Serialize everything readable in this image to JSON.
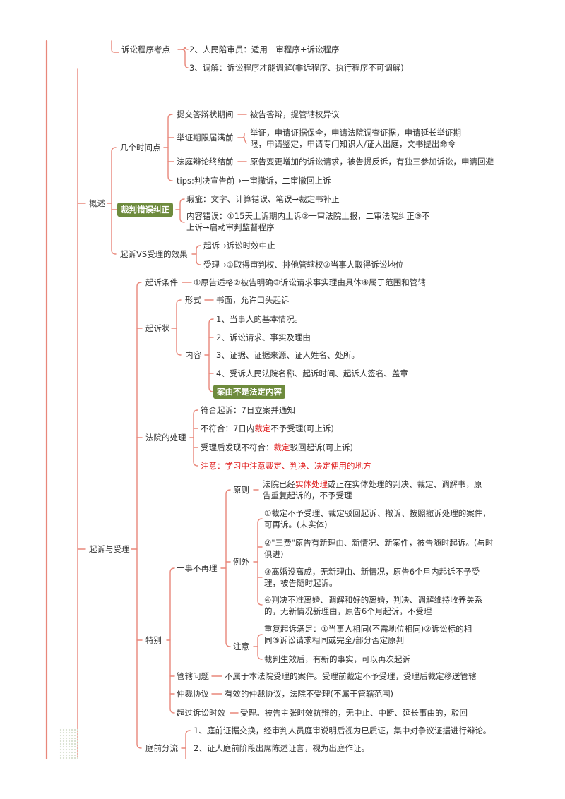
{
  "colors": {
    "line": "#e8877a",
    "highlight": "#6e8b3d",
    "red": "#e02020"
  },
  "top": {
    "node": "诉讼程序考点",
    "items": [
      "2、人民陪审员：适用一审程序+诉讼程序",
      "3、调解：诉讼程序才能调解(非诉程序、执行程序不可调解)"
    ]
  },
  "gaishu": {
    "label": "概述",
    "times": {
      "label": "几个时间点",
      "t1": {
        "label": "提交答辩状期间",
        "text": "被告答辩，提管辖权异议"
      },
      "t2": {
        "label": "举证期限届满前",
        "text1": "举证，申请证据保全，申请法院调查证据，申请延长举证期",
        "text2": "限，申请鉴定，申请专门知识人/证人出庭，文书提出命令"
      },
      "t3": {
        "label": "法庭辩论终结前",
        "text": "原告变更增加的诉讼请求，被告提反诉，有独三参加诉讼，申请回避"
      },
      "t4": "tips:判决宣告前→一审撤诉，二审撤回上诉"
    },
    "caipan": {
      "label": "裁判错误纠正",
      "a": "瑕疵：文字、计算错误、笔误→裁定书补正",
      "b1": "内容错误：①15天上诉期内上诉②一审法院上报，二审法院纠正③不",
      "b2": "上诉→启动审判监督程序"
    },
    "qisu": {
      "label": "起诉VS受理的效果",
      "a": "起诉→诉讼时效中止",
      "b": "受理→①取得审判权、排他管辖权②当事人取得诉讼地位"
    }
  },
  "qsl": {
    "label": "起诉与受理",
    "tiaojian": {
      "label": "起诉条件",
      "text": "①原告适格②被告明确③诉讼请求事实理由具体④属于范围和管辖"
    },
    "zhuang": {
      "label": "起诉状",
      "xingshi": {
        "label": "形式",
        "text": "书面，允许口头起诉"
      },
      "neirong": {
        "label": "内容",
        "items": [
          "1、当事人的基本情况。",
          "2、诉讼请求、事实及理由",
          "3、证据、证据来源、证人姓名、处所。",
          "4、受诉人民法院名称、起诉时间、起诉人签名、盖章"
        ],
        "hl": "案由不是法定内容"
      }
    },
    "chuli": {
      "label": "法院的处理",
      "a": "符合起诉：7日立案并通知",
      "b_pre": "不符合：7日内",
      "b_red": "裁定",
      "b_post": "不予受理(可上诉)",
      "c_pre": "受理后发现不符合：",
      "c_red": "裁定",
      "c_post": "驳回起诉(可上诉)",
      "d": "注意：学习中注意裁定、判决、决定使用的地方"
    },
    "tebie": {
      "label": "特别",
      "yishi": {
        "label": "一事不再理",
        "yuanze": {
          "label": "原则",
          "l1_pre": "法院已经",
          "l1_red": "实体处理",
          "l1_post": "或正在实体处理的判决、裁定、调解书，原",
          "l2": "告重复起诉的，不予受理"
        },
        "liwai": {
          "label": "例外",
          "e1a": "①裁定不予受理、裁定驳回起诉、撤诉、按照撤诉处理的案件，",
          "e1b": "可再诉。(未实体)",
          "e2a": "②\"三费\"原告有新理由、新情况、新案件，被告随时起诉。(与时",
          "e2b": "俱进)",
          "e3a": "③离婚没离成，无新理由、新情况，原告6个月内起诉不予受",
          "e3b": "理，被告随时起诉。",
          "e4a": "④判决不准离婚、调解和好的离婚，判决、调解维持收养关系",
          "e4b": "的，无新情况新理由，原告6个月起诉，不受理"
        },
        "zhuyi": {
          "label": "注意",
          "a1": "重复起诉满足：①当事人相同(不需地位相同)②诉讼标的相",
          "a2": "同③诉讼请求相同或完全/部分否定原判",
          "b": "裁判生效后，有新的事实，可以再次起诉"
        }
      },
      "guanxia": {
        "label": "管辖问题",
        "text": "不属于本法院受理的案件。受理前裁定不予受理，受理后裁定移送管辖"
      },
      "zhongcai": {
        "label": "仲裁协议",
        "text": "有效的仲裁协议，法院不受理(不属于管辖范围)"
      },
      "chaoguo": {
        "label": "超过诉讼时效",
        "text": "受理。被告主张时效抗辩的，无中止、中断、延长事由的，驳回"
      }
    },
    "tingqian": {
      "label": "庭前分流",
      "items": [
        "1、庭前证据交换，经审判人员庭审说明后视为已质证，集中对争议证据进行辩论。",
        "2、证人庭前阶段出席陈述证言，视为出庭作证。"
      ]
    }
  }
}
